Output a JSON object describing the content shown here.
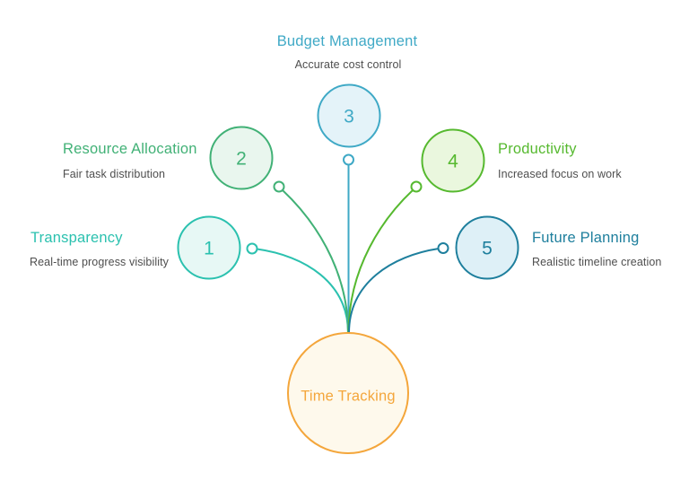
{
  "diagram": {
    "type": "radial-mindmap",
    "background": "#FFFFFF",
    "center": {
      "label": "Time Tracking",
      "color": "#F4A63B",
      "fill": "#FEF9EC"
    },
    "nodes": [
      {
        "number": "1",
        "title": "Transparency",
        "subtitle": "Real-time progress visibility",
        "color": "#2BC1AF",
        "fill": "#E7F8F5",
        "side": "left"
      },
      {
        "number": "2",
        "title": "Resource Allocation",
        "subtitle": "Fair task distribution",
        "color": "#41B176",
        "fill": "#E9F6EE",
        "side": "left"
      },
      {
        "number": "3",
        "title": "Budget Management",
        "subtitle": "Accurate cost control",
        "color": "#3FA9C6",
        "fill": "#E4F3F9",
        "side": "top"
      },
      {
        "number": "4",
        "title": "Productivity",
        "subtitle": "Increased focus on work",
        "color": "#56B92F",
        "fill": "#EAF7DE",
        "side": "right"
      },
      {
        "number": "5",
        "title": "Future Planning",
        "subtitle": "Realistic timeline creation",
        "color": "#1E7F9D",
        "fill": "#DEF0F7",
        "side": "right"
      }
    ],
    "subtitle_text_color": "#4E4E4E"
  }
}
